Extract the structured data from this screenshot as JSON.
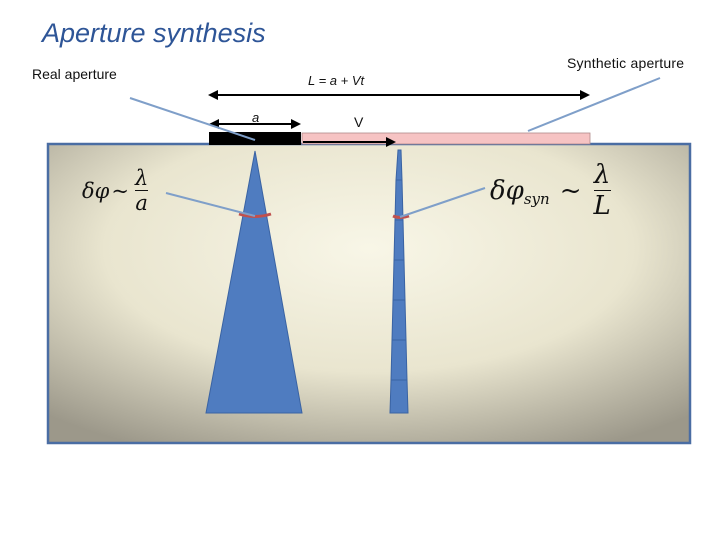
{
  "title": "Aperture synthesis",
  "labels": {
    "real_aperture": "Real aperture",
    "synthetic_aperture": "Synthetic   aperture",
    "L_equation": "L = a + Vt",
    "a": "a",
    "V": "V"
  },
  "formula_real": {
    "lhs": "δφ",
    "tilde": "~",
    "numerator": "λ",
    "denominator": "a"
  },
  "formula_synthetic": {
    "lhs": "δφ",
    "subscript": "syn",
    "tilde": "~",
    "numerator": "λ",
    "denominator": "L"
  },
  "colors": {
    "title": "#2e5597",
    "beam_fill": "#4f7cc0",
    "beam_stroke": "#3a63a3",
    "panel_border": "#4a6da3",
    "real_antenna": "#000000",
    "synthetic_bar": "#f6c3c3",
    "beam_marker": "#c0504d"
  }
}
